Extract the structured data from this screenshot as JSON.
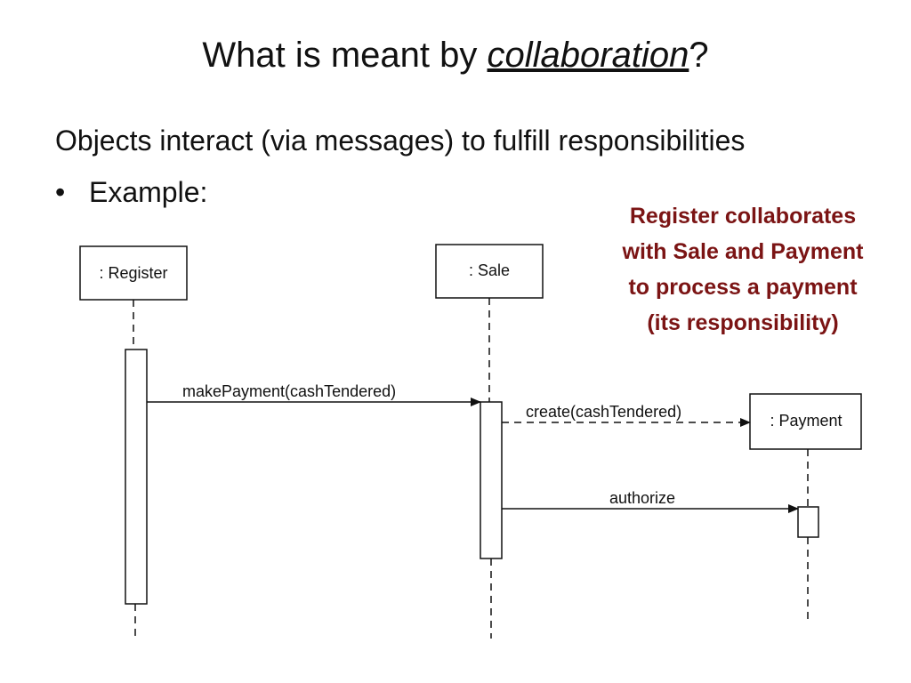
{
  "slide": {
    "title_prefix": "What is meant by ",
    "title_emph": "collaboration",
    "title_suffix": "?",
    "line1": "Objects interact (via messages) to fulfill responsibilities",
    "bullet_char": "•",
    "bullet_text": "Example:",
    "callout_lines": [
      "Register collaborates",
      "with Sale and Payment",
      "to process a payment",
      "(its responsibility)"
    ]
  },
  "diagram": {
    "objects": {
      "register": ": Register",
      "sale": ": Sale",
      "payment": ": Payment"
    },
    "messages": {
      "make_payment": "makePayment(cashTendered)",
      "create": "create(cashTendered)",
      "authorize": "authorize"
    }
  },
  "colors": {
    "callout": "#7b1414",
    "text": "#111111"
  }
}
